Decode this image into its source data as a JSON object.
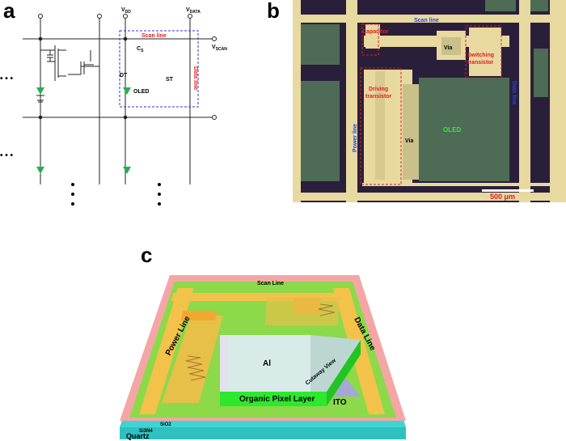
{
  "panels": {
    "a": {
      "letter": "a",
      "vdd": "V",
      "vdd_sub": "DD",
      "vdata": "V",
      "vdata_sub": "DATA",
      "vscan": "V",
      "vscan_sub": "SCAN",
      "scan_line": "Scan line",
      "data_line": "Data line",
      "cs": "C",
      "cs_sub": "S",
      "dt": "DT",
      "st": "ST",
      "oled": "OLED",
      "ellipsis": "• • •",
      "colors": {
        "highlight_box": "#3333cc",
        "label_red": "#e02020",
        "led_green": "#22b14c"
      }
    },
    "b": {
      "letter": "b",
      "scan_line": "Scan line",
      "capacitor": "Capacitor",
      "switching_1": "Switching",
      "switching_2": "transistor",
      "driving_1": "Driving",
      "driving_2": "transistor",
      "via_top": "Via",
      "via_mid": "Via",
      "power_line": "Power line",
      "data_line": "Data line",
      "oled": "OLED",
      "scale_bar": "500 μm",
      "colors": {
        "bg": "#2a1f3a",
        "metal": "#e8d9a0",
        "oled_area": "#4d6b55",
        "label_blue": "#2244ee",
        "label_red": "#e02020",
        "label_green": "#33ee33"
      }
    },
    "c": {
      "letter": "c",
      "scan_line": "Scan Line",
      "power_line": "Power Line",
      "data_line": "Data Line",
      "al": "Al",
      "cutaway": "Cutaway View",
      "organic": "Organic Pixel Layer",
      "ito": "ITO",
      "sio2": "SiO2",
      "si3n4": "Si3N4",
      "quartz": "Quartz",
      "colors": {
        "quartz": "#3fd3d3",
        "sin": "#f4a6a6",
        "sio2": "#8cd94a",
        "metal": "#f2c24a",
        "al": "#d8ebe8",
        "organic": "#2ee82e",
        "ito": "#a7a7d6"
      }
    }
  }
}
